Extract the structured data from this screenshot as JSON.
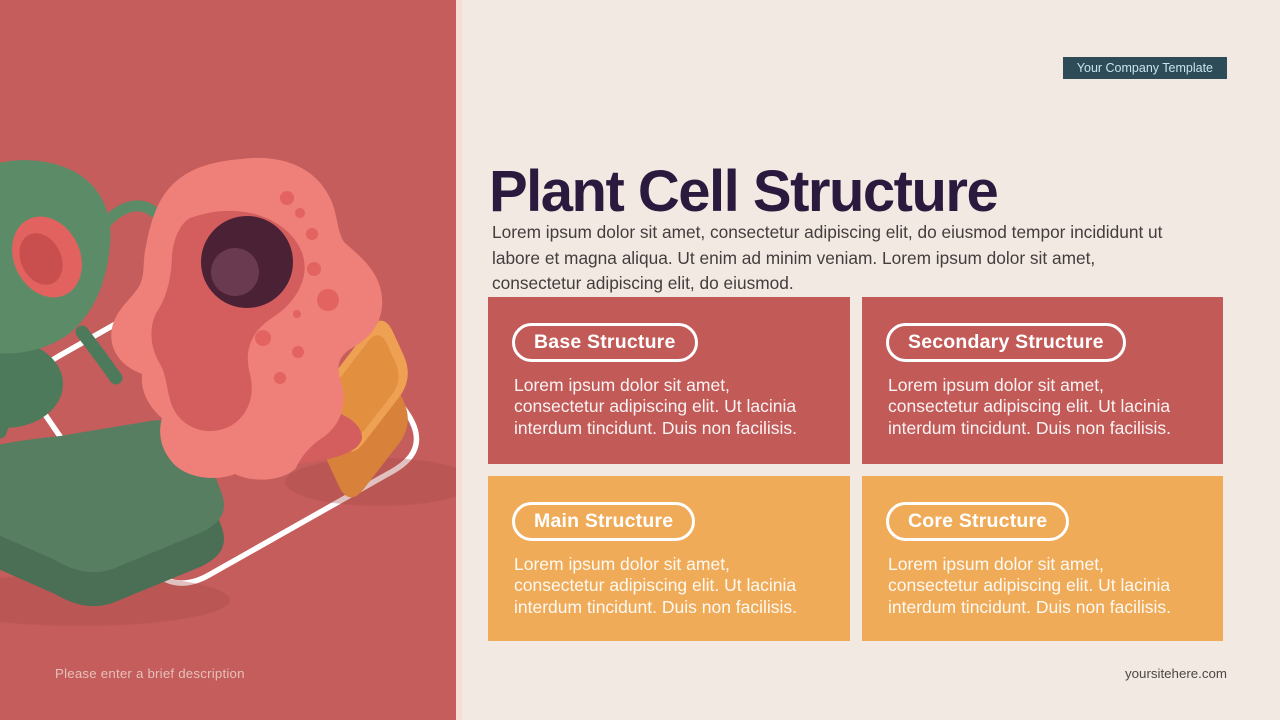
{
  "left_panel": {
    "caption": "Please enter a brief description",
    "illustration_parts": [
      "green-cell",
      "pink-cell",
      "orange-block",
      "green-block",
      "platform-outline"
    ]
  },
  "header": {
    "badge": "Your Company Template",
    "title": "Plant Cell Structure",
    "intro": "Lorem ipsum dolor sit amet, consectetur adipiscing elit,  do eiusmod tempor incididunt ut\nlabore et magna aliqua. Ut enim ad minim veniam. Lorem ipsum dolor sit amet,\nconsectetur adipiscing elit,  do eiusmod."
  },
  "cards": [
    {
      "label": "Base Structure",
      "variant": "red",
      "body": "Lorem ipsum dolor sit amet,\nconsectetur adipiscing elit. Ut lacinia\ninterdum tincidunt. Duis non facilisis."
    },
    {
      "label": "Secondary Structure",
      "variant": "red",
      "body": "Lorem ipsum dolor sit amet,\nconsectetur adipiscing elit. Ut lacinia\ninterdum tincidunt. Duis non facilisis."
    },
    {
      "label": "Main Structure",
      "variant": "orange",
      "body": "Lorem ipsum dolor sit amet,\nconsectetur adipiscing elit. Ut lacinia\ninterdum tincidunt. Duis non facilisis."
    },
    {
      "label": "Core Structure",
      "variant": "orange",
      "body": "Lorem ipsum dolor sit amet,\nconsectetur adipiscing elit. Ut lacinia\ninterdum tincidunt. Duis non facilisis."
    }
  ],
  "footer": {
    "site": "yoursitehere.com"
  },
  "colors": {
    "left_bg": "#c45d5b",
    "right_bg": "#f2e9e3",
    "divider": "#f6ddd5",
    "badge_bg": "#2d4c57",
    "badge_text": "#c9e4ef",
    "title": "#2c1a3e",
    "intro_text": "#433d3d",
    "card_red": "#c25a58",
    "card_orange": "#f0ab58",
    "card_text": "#ffffff",
    "pink_cell": "#ef7f79",
    "pink_cell_inner": "#d45e5d",
    "pink_cell_spot": "#e2635f",
    "nucleus": "#4b2136",
    "nucleus_highlight": "#6a3a51",
    "green_cell": "#5c8c67",
    "green_cell_dark": "#4d7a5a",
    "cell_ring": "#e2625f",
    "cell_ring_inner": "#c94e4e",
    "orange_block_top": "#eea152",
    "orange_block_side": "#d8813a",
    "orange_block_inset": "#e29040",
    "green_block_top": "#587e62",
    "green_block_side": "#4a6f55",
    "outline": "#ffffff",
    "shadow": "#a94c49",
    "footer_left": "#e7c0ba",
    "footer_right": "#4c4744"
  }
}
